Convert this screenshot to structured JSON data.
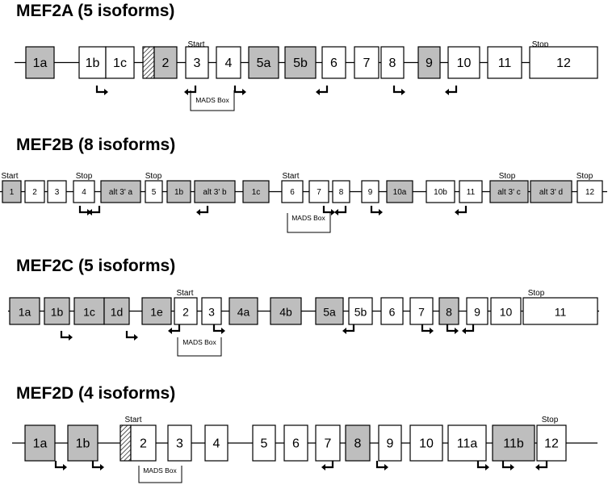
{
  "colors": {
    "filled": "#bebebe",
    "open": "#ffffff",
    "stroke": "#000000"
  },
  "labels": {
    "start": "Start",
    "stop": "Stop",
    "mads_box": "MADS Box"
  },
  "genes": [
    {
      "title": "MEF2A (5 isoforms)",
      "exons": [
        {
          "label": "1a",
          "fill": "filled"
        },
        {
          "label": "1b",
          "fill": "open"
        },
        {
          "label": "1c",
          "fill": "open"
        },
        {
          "label": "",
          "fill": "hatched"
        },
        {
          "label": "2",
          "fill": "filled"
        },
        {
          "label": "3",
          "fill": "open"
        },
        {
          "label": "4",
          "fill": "open"
        },
        {
          "label": "5a",
          "fill": "filled"
        },
        {
          "label": "5b",
          "fill": "filled"
        },
        {
          "label": "6",
          "fill": "open"
        },
        {
          "label": "7",
          "fill": "open"
        },
        {
          "label": "8",
          "fill": "open"
        },
        {
          "label": "9",
          "fill": "filled"
        },
        {
          "label": "10",
          "fill": "open"
        },
        {
          "label": "11",
          "fill": "open"
        },
        {
          "label": "12",
          "fill": "open"
        }
      ]
    },
    {
      "title": "MEF2B (8 isoforms)",
      "exons": [
        {
          "label": "1",
          "fill": "filled"
        },
        {
          "label": "2",
          "fill": "open"
        },
        {
          "label": "3",
          "fill": "open"
        },
        {
          "label": "4",
          "fill": "open"
        },
        {
          "label": "alt 3' a",
          "fill": "filled"
        },
        {
          "label": "5",
          "fill": "open"
        },
        {
          "label": "1b",
          "fill": "filled"
        },
        {
          "label": "alt 3' b",
          "fill": "filled"
        },
        {
          "label": "1c",
          "fill": "filled"
        },
        {
          "label": "6",
          "fill": "open"
        },
        {
          "label": "7",
          "fill": "open"
        },
        {
          "label": "8",
          "fill": "open"
        },
        {
          "label": "9",
          "fill": "open"
        },
        {
          "label": "10a",
          "fill": "filled"
        },
        {
          "label": "10b",
          "fill": "open"
        },
        {
          "label": "11",
          "fill": "open"
        },
        {
          "label": "alt 3' c",
          "fill": "filled"
        },
        {
          "label": "alt 3' d",
          "fill": "filled"
        },
        {
          "label": "12",
          "fill": "open"
        }
      ]
    },
    {
      "title": "MEF2C (5 isoforms)",
      "exons": [
        {
          "label": "1a",
          "fill": "filled"
        },
        {
          "label": "1b",
          "fill": "filled"
        },
        {
          "label": "1c",
          "fill": "filled"
        },
        {
          "label": "1d",
          "fill": "filled"
        },
        {
          "label": "1e",
          "fill": "filled"
        },
        {
          "label": "2",
          "fill": "open"
        },
        {
          "label": "3",
          "fill": "open"
        },
        {
          "label": "4a",
          "fill": "filled"
        },
        {
          "label": "4b",
          "fill": "filled"
        },
        {
          "label": "5a",
          "fill": "filled"
        },
        {
          "label": "5b",
          "fill": "open"
        },
        {
          "label": "6",
          "fill": "open"
        },
        {
          "label": "7",
          "fill": "open"
        },
        {
          "label": "8",
          "fill": "filled"
        },
        {
          "label": "9",
          "fill": "open"
        },
        {
          "label": "10",
          "fill": "open"
        },
        {
          "label": "11",
          "fill": "open"
        }
      ]
    },
    {
      "title": "MEF2D (4 isoforms)",
      "exons": [
        {
          "label": "1a",
          "fill": "filled"
        },
        {
          "label": "1b",
          "fill": "filled"
        },
        {
          "label": "",
          "fill": "hatched"
        },
        {
          "label": "2",
          "fill": "open"
        },
        {
          "label": "3",
          "fill": "open"
        },
        {
          "label": "4",
          "fill": "open"
        },
        {
          "label": "5",
          "fill": "open"
        },
        {
          "label": "6",
          "fill": "open"
        },
        {
          "label": "7",
          "fill": "open"
        },
        {
          "label": "8",
          "fill": "filled"
        },
        {
          "label": "9",
          "fill": "open"
        },
        {
          "label": "10",
          "fill": "open"
        },
        {
          "label": "11a",
          "fill": "open"
        },
        {
          "label": "11b",
          "fill": "filled"
        },
        {
          "label": "12",
          "fill": "open"
        }
      ]
    }
  ]
}
